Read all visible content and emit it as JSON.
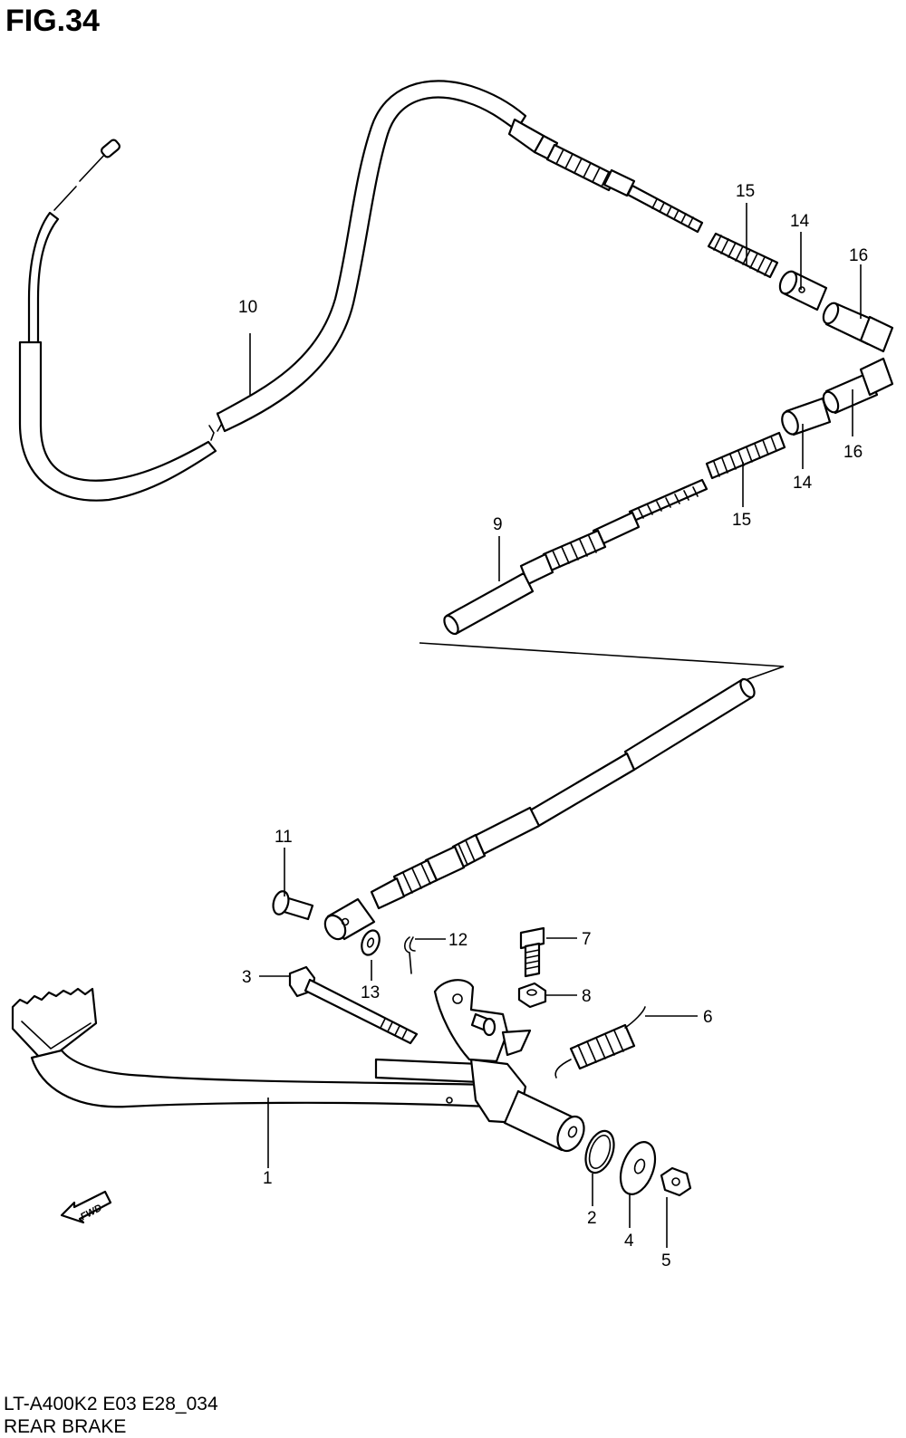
{
  "figure": {
    "title": "FIG.34"
  },
  "footer": {
    "model_code": "LT-A400K2 E03 E28_034",
    "section_name": "REAR BRAKE"
  },
  "fwd_badge": {
    "text": "FWD"
  },
  "callouts": [
    {
      "id": "c1",
      "number": "1",
      "part": "brake-pedal"
    },
    {
      "id": "c2",
      "number": "2",
      "part": "o-ring"
    },
    {
      "id": "c3",
      "number": "3",
      "part": "pivot-bolt"
    },
    {
      "id": "c4",
      "number": "4",
      "part": "washer"
    },
    {
      "id": "c5",
      "number": "5",
      "part": "nut"
    },
    {
      "id": "c6",
      "number": "6",
      "part": "return-spring"
    },
    {
      "id": "c7",
      "number": "7",
      "part": "bolt"
    },
    {
      "id": "c8",
      "number": "8",
      "part": "nut"
    },
    {
      "id": "c9",
      "number": "9",
      "part": "lower-cable"
    },
    {
      "id": "c10",
      "number": "10",
      "part": "upper-cable"
    },
    {
      "id": "c11",
      "number": "11",
      "part": "clevis-pin"
    },
    {
      "id": "c12",
      "number": "12",
      "part": "cotter-pin"
    },
    {
      "id": "c13",
      "number": "13",
      "part": "washer"
    },
    {
      "id": "c14a",
      "number": "14",
      "part": "joint"
    },
    {
      "id": "c14b",
      "number": "14",
      "part": "joint"
    },
    {
      "id": "c15a",
      "number": "15",
      "part": "spring"
    },
    {
      "id": "c15b",
      "number": "15",
      "part": "spring"
    },
    {
      "id": "c16a",
      "number": "16",
      "part": "adjuster-nut"
    },
    {
      "id": "c16b",
      "number": "16",
      "part": "adjuster-nut"
    }
  ]
}
